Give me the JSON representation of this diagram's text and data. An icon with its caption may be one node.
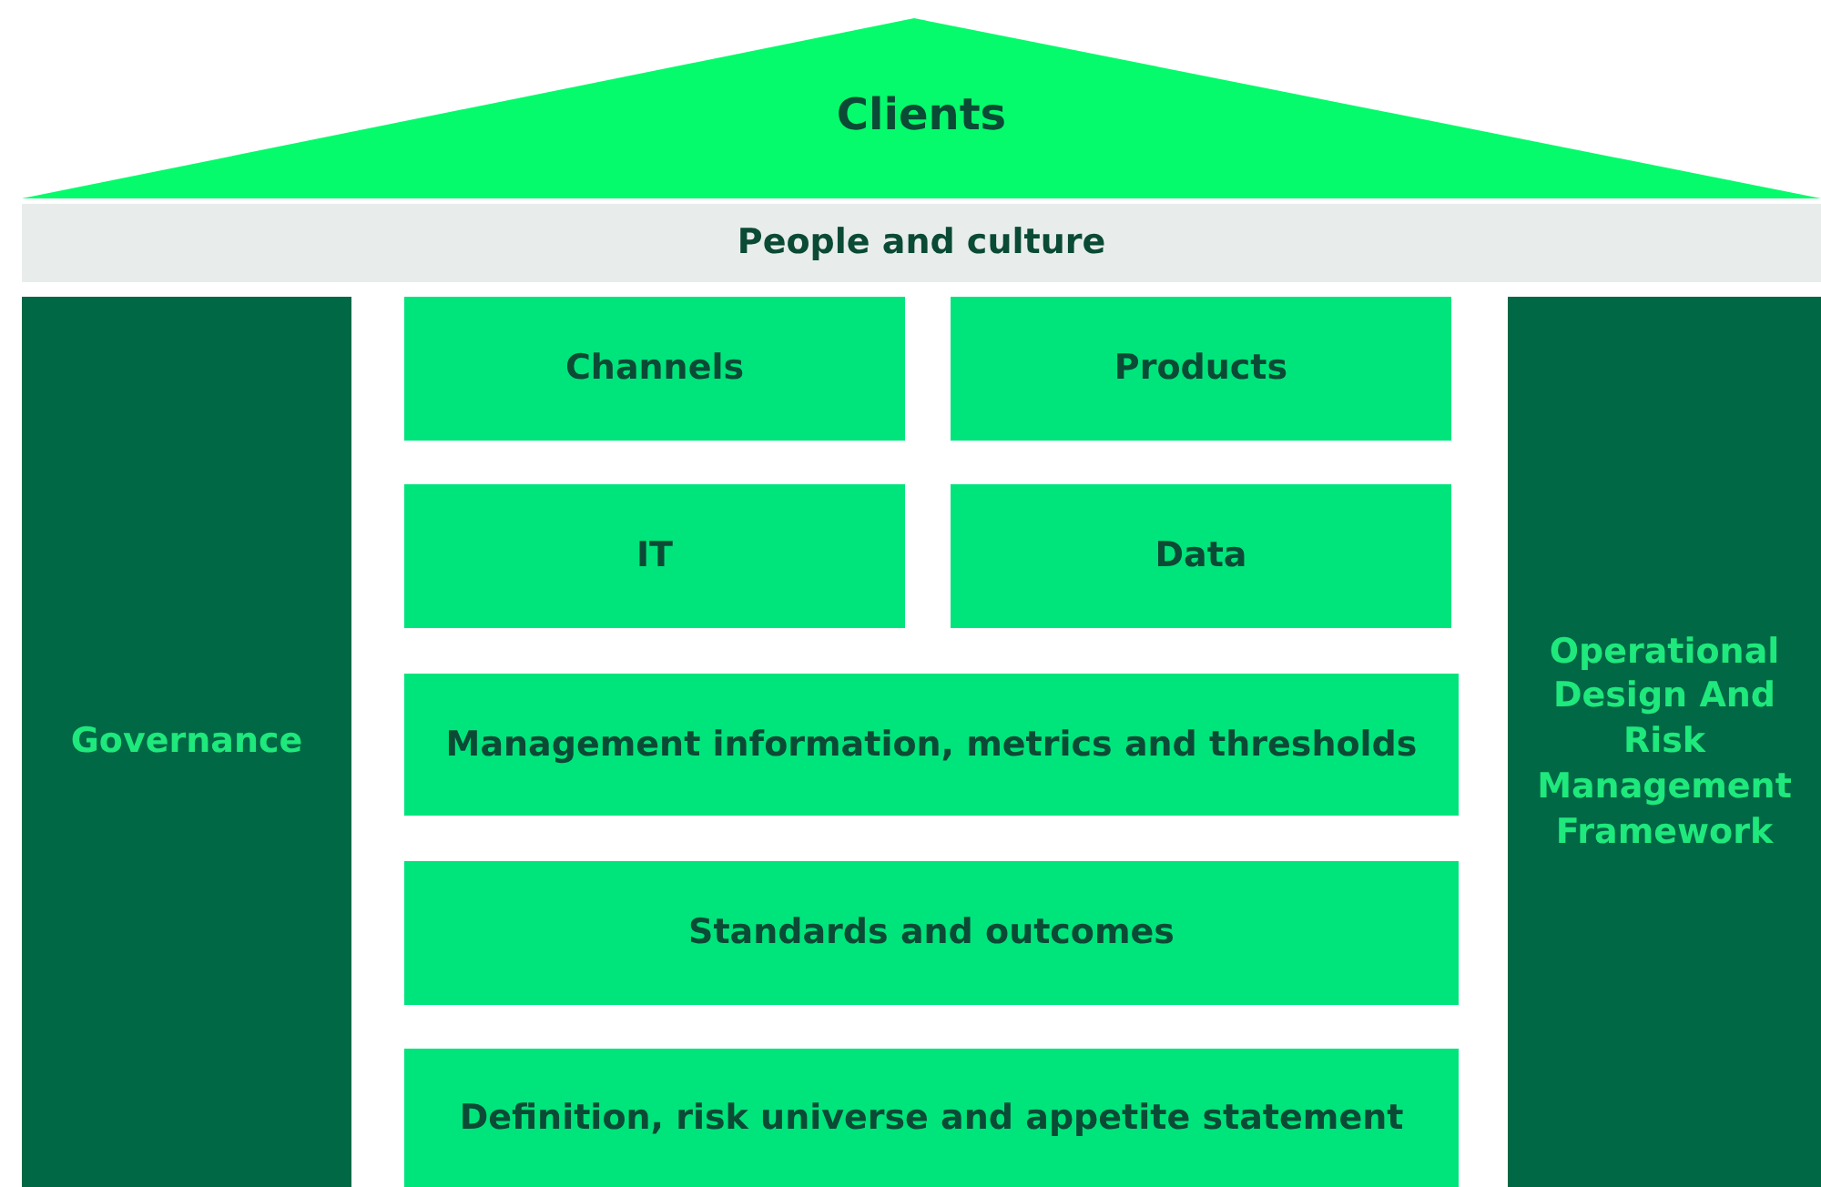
{
  "diagram": {
    "nodes": [
      {
        "text": [
          "Clients"
        ]
      },
      {
        "text": [
          "People and culture"
        ]
      },
      {
        "text": [
          "Governance"
        ]
      },
      {
        "text": [
          "Channels"
        ]
      },
      {
        "text": [
          "Products"
        ]
      },
      {
        "text": [
          "IT"
        ]
      },
      {
        "text": [
          "Data"
        ]
      },
      {
        "text": [
          "Management information, metrics and thresholds"
        ]
      },
      {
        "text": [
          "Standards and outcomes"
        ]
      },
      {
        "text": [
          "Definition, risk universe and appetite statement"
        ]
      },
      {
        "text": [
          "Operational Design And Risk Management Framework"
        ]
      }
    ]
  }
}
